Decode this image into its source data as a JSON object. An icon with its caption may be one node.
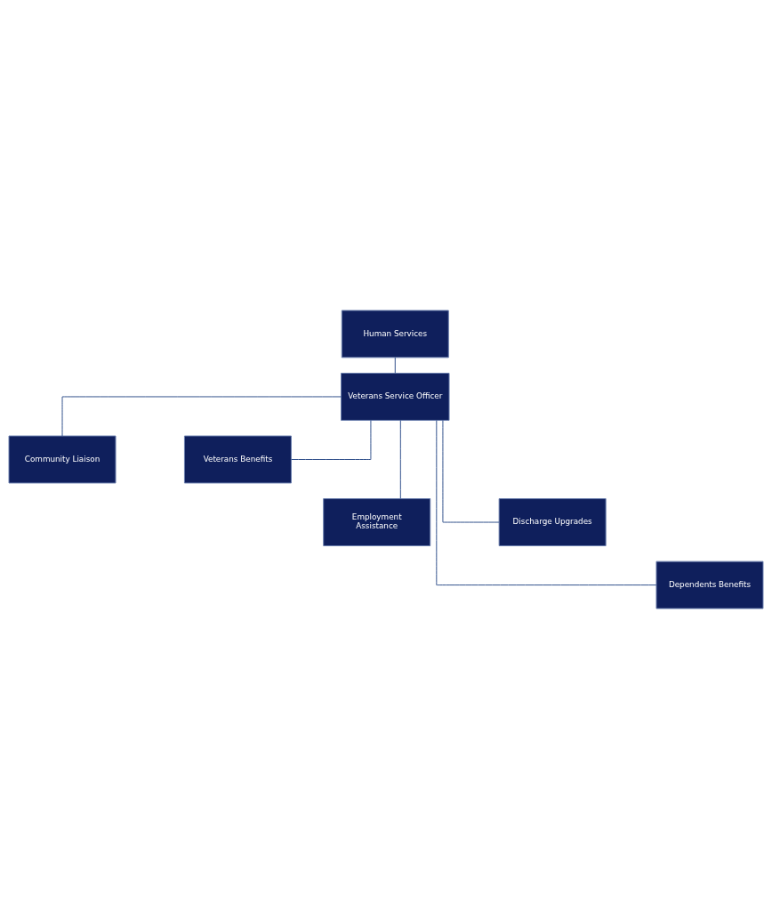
{
  "diagram": {
    "nodes": [
      {
        "text": [
          "Human Services"
        ]
      },
      {
        "text": [
          "Veterans Service Officer"
        ]
      },
      {
        "text": [
          "Community Liaison"
        ]
      },
      {
        "text": [
          "Veterans Benefits"
        ]
      },
      {
        "text": [
          "Employment Assistance"
        ]
      },
      {
        "text": [
          "Discharge Upgrades"
        ]
      },
      {
        "text": [
          "Dependents Benefits"
        ]
      }
    ],
    "edges": [
      {
        "from": 0,
        "to": 1,
        "arrow": "none"
      },
      {
        "from": 1,
        "to": 2,
        "arrow": "none"
      },
      {
        "from": 1,
        "to": 3,
        "arrow": "none"
      },
      {
        "from": 1,
        "to": 4,
        "arrow": "none"
      },
      {
        "from": 1,
        "to": 5,
        "arrow": "none"
      },
      {
        "from": 1,
        "to": 6,
        "arrow": "none"
      }
    ]
  }
}
